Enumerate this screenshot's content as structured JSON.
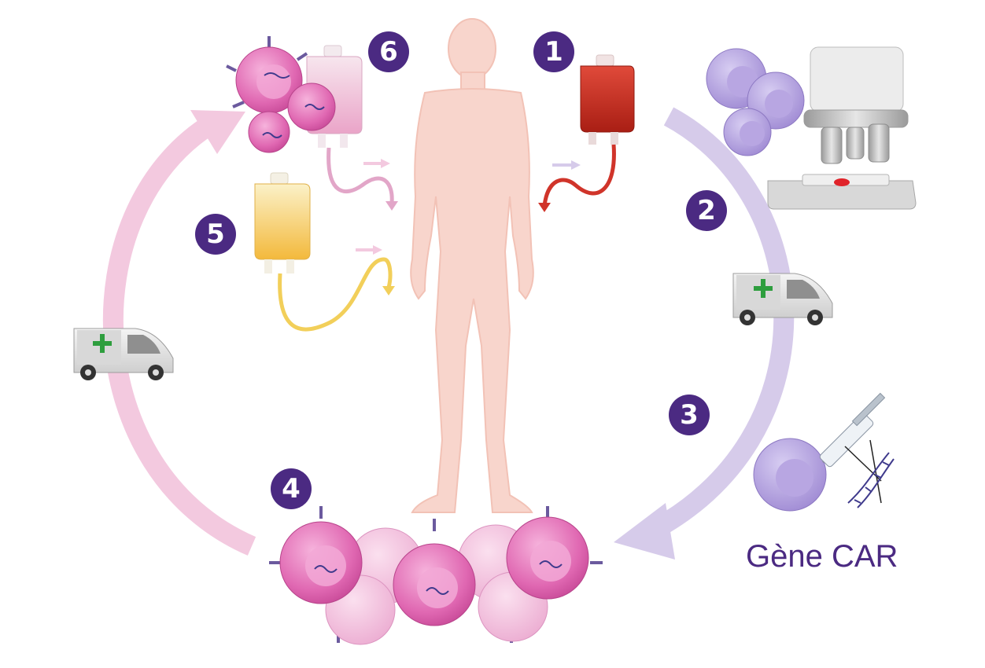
{
  "steps": [
    {
      "number": "1"
    },
    {
      "number": "2"
    },
    {
      "number": "3"
    },
    {
      "number": "4"
    },
    {
      "number": "5"
    },
    {
      "number": "6"
    }
  ],
  "labels": {
    "gene": "Gène CAR"
  },
  "icons": [
    "human-body-icon",
    "blood-bag-red-icon",
    "blood-bag-pink-icon",
    "blood-bag-yellow-icon",
    "microscope-icon",
    "ambulance-van-icon",
    "syringe-icon",
    "dna-helix-icon",
    "car-t-cell-icon",
    "lymphocyte-cell-icon",
    "cycle-arrow-icon"
  ],
  "colors": {
    "step_badge": "#4b2a82",
    "label_text": "#4b2a82",
    "skin": "#f8d5cc",
    "blood_red": "#c0281c",
    "car_t_pink": "#e06ab4",
    "lymphocyte_purple": "#a68fd6",
    "arrow_pink": "#f3c9df",
    "arrow_purple": "#d6cbea",
    "chemo_yellow": "#f2c94c",
    "van_cross": "#2e9e3e"
  }
}
